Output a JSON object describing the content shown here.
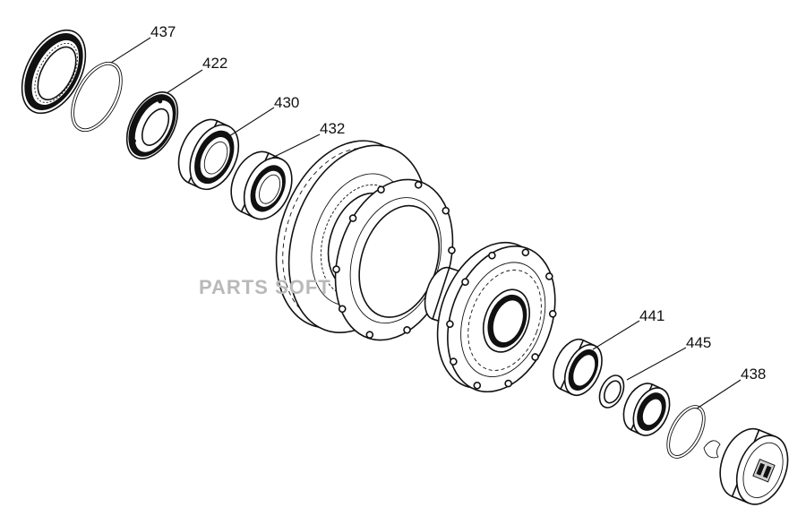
{
  "watermark": "PARTS SOFT",
  "callouts": [
    {
      "id": "437",
      "label": "437"
    },
    {
      "id": "422",
      "label": "422"
    },
    {
      "id": "430",
      "label": "430"
    },
    {
      "id": "432",
      "label": "432"
    },
    {
      "id": "441",
      "label": "441"
    },
    {
      "id": "445",
      "label": "445"
    },
    {
      "id": "438",
      "label": "438"
    }
  ]
}
